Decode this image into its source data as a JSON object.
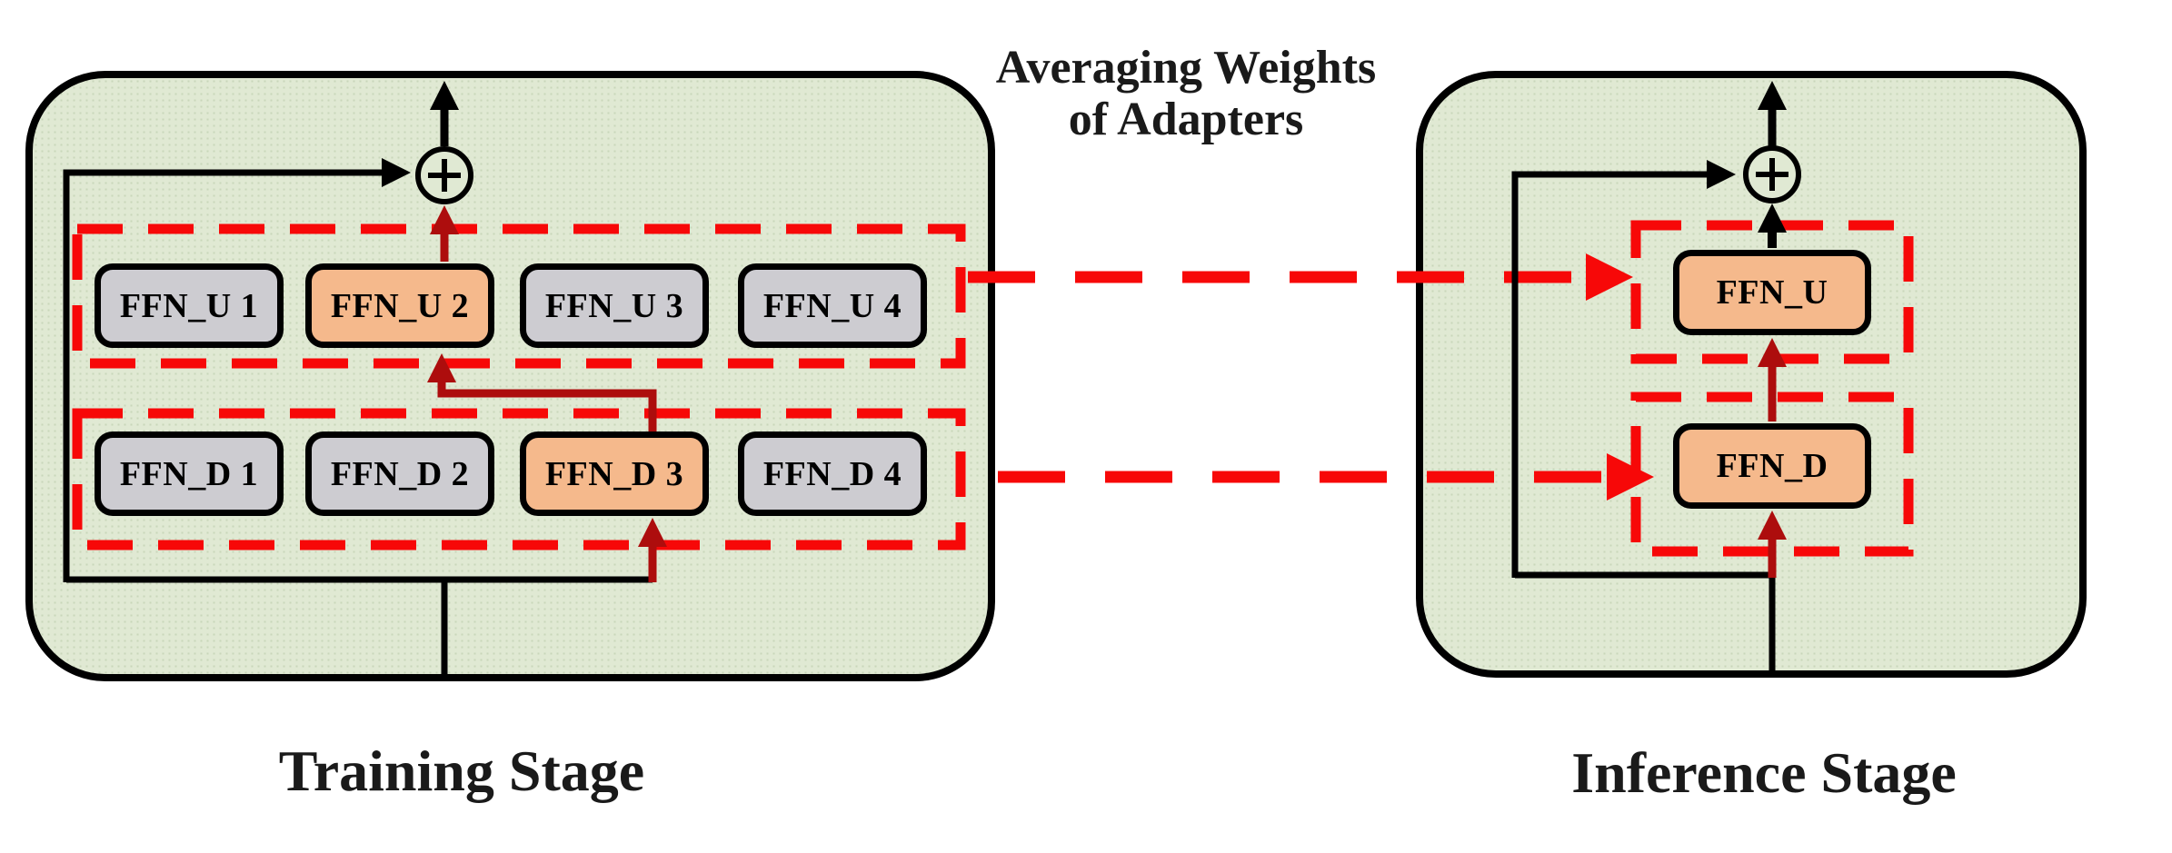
{
  "title": {
    "line1": "Averaging Weights",
    "line2": "of Adapters"
  },
  "colors": {
    "panel_green": "#e0e9d3",
    "adapter_gray": "#cdccd1",
    "adapter_orange": "#f5b98c",
    "dashed_red": "#f70808",
    "arrow_dark_red": "#ad0d0d",
    "line_black": "#000000"
  },
  "training": {
    "label": "Training Stage",
    "up_adapters": [
      {
        "label": "FFN_U 1",
        "highlighted": false
      },
      {
        "label": "FFN_U 2",
        "highlighted": true
      },
      {
        "label": "FFN_U 3",
        "highlighted": false
      },
      {
        "label": "FFN_U 4",
        "highlighted": false
      }
    ],
    "down_adapters": [
      {
        "label": "FFN_D 1",
        "highlighted": false
      },
      {
        "label": "FFN_D 2",
        "highlighted": false
      },
      {
        "label": "FFN_D 3",
        "highlighted": true
      },
      {
        "label": "FFN_D 4",
        "highlighted": false
      }
    ]
  },
  "inference": {
    "label": "Inference Stage",
    "up_adapter": {
      "label": "FFN_U",
      "highlighted": true
    },
    "down_adapter": {
      "label": "FFN_D",
      "highlighted": true
    }
  }
}
